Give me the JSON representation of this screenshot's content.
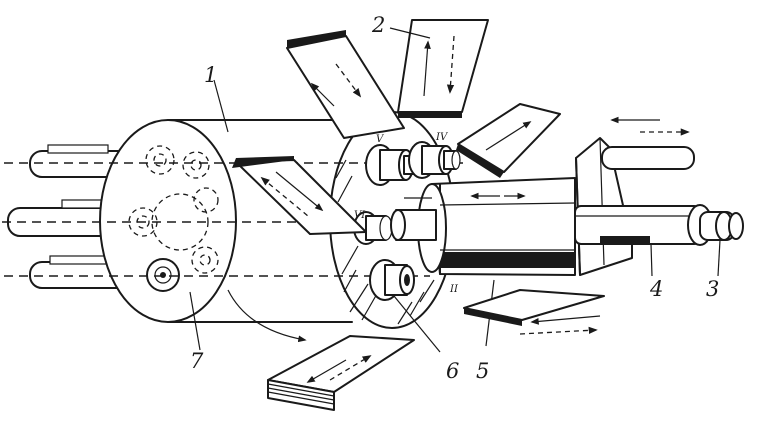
{
  "labels": {
    "n1": "1",
    "n2": "2",
    "n3": "3",
    "n4": "4",
    "n5": "5",
    "n6": "6",
    "n7": "7"
  },
  "positions": {
    "p2": "II",
    "p4": "IV",
    "p5": "V",
    "p6": "VI"
  },
  "colors": {
    "ink": "#1a1a1a",
    "paper": "#ffffff"
  }
}
